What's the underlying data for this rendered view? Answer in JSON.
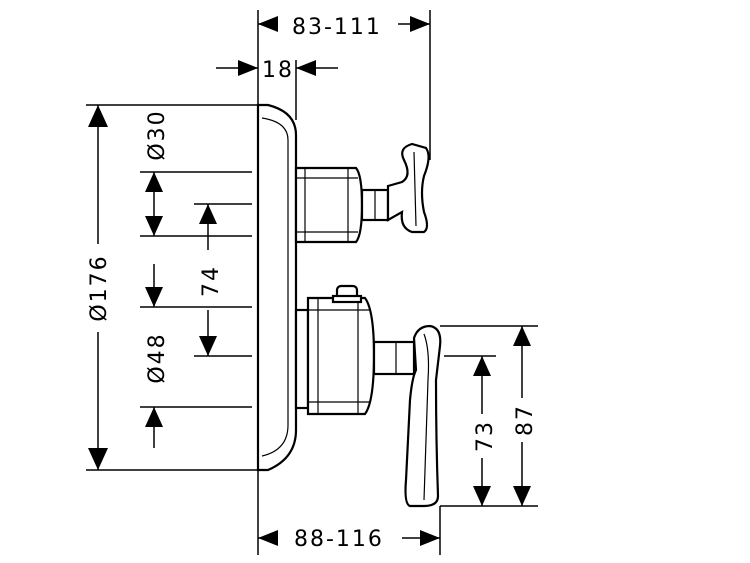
{
  "dimensions": {
    "top_depth": "83-111",
    "top_offset": "18",
    "dia_small_top": "Ø30",
    "center_distance": "74",
    "overall_diameter": "Ø176",
    "dia_small_bottom": "Ø48",
    "bottom_depth": "88-116",
    "handle_height_inner": "73",
    "handle_height_outer": "87"
  }
}
